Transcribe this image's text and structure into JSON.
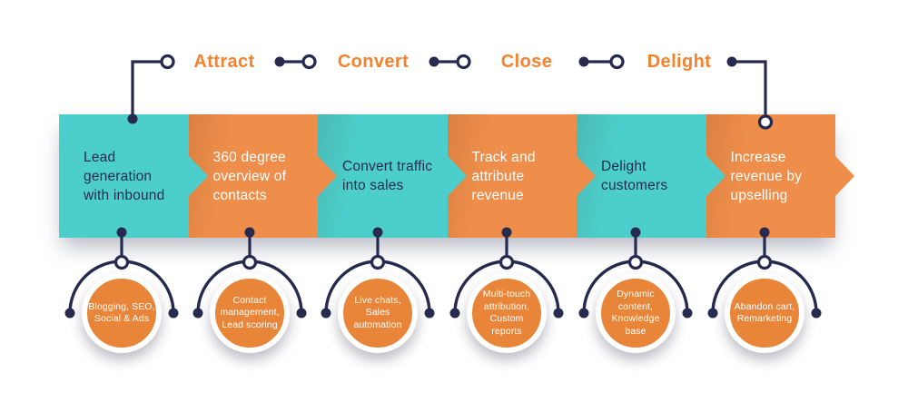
{
  "colors": {
    "teal": "#4CCFCC",
    "orange": "#EF8E4A",
    "circle_orange": "#E98539",
    "orange_text": "#F5822F",
    "navy": "#262A4F",
    "white": "#FFFFFF"
  },
  "stages": [
    "Attract",
    "Convert",
    "Close",
    "Delight"
  ],
  "band": {
    "segments": [
      {
        "label": "Lead\ngeneration\nwith inbound",
        "color": "teal"
      },
      {
        "label": "360 degree\noverview of\ncontacts",
        "color": "orange"
      },
      {
        "label": "Convert traffic\ninto sales",
        "color": "teal"
      },
      {
        "label": "Track and\nattribute\nrevenue",
        "color": "orange"
      },
      {
        "label": "Delight\ncustomers",
        "color": "teal"
      },
      {
        "label": "Increase\nrevenue by\nupselling",
        "color": "orange"
      }
    ]
  },
  "tools": [
    {
      "label": "Blogging, SEO,\nSocial & Ads"
    },
    {
      "label": "Contact\nmanagement,\nLead scoring"
    },
    {
      "label": "Live chats,\nSales\nautomation"
    },
    {
      "label": "Multi-touch\nattribution,\nCustom\nreports"
    },
    {
      "label": "Dynamic\ncontent,\nKnowledge\nbase"
    },
    {
      "label": "Abandon cart,\nRemarketing"
    }
  ]
}
